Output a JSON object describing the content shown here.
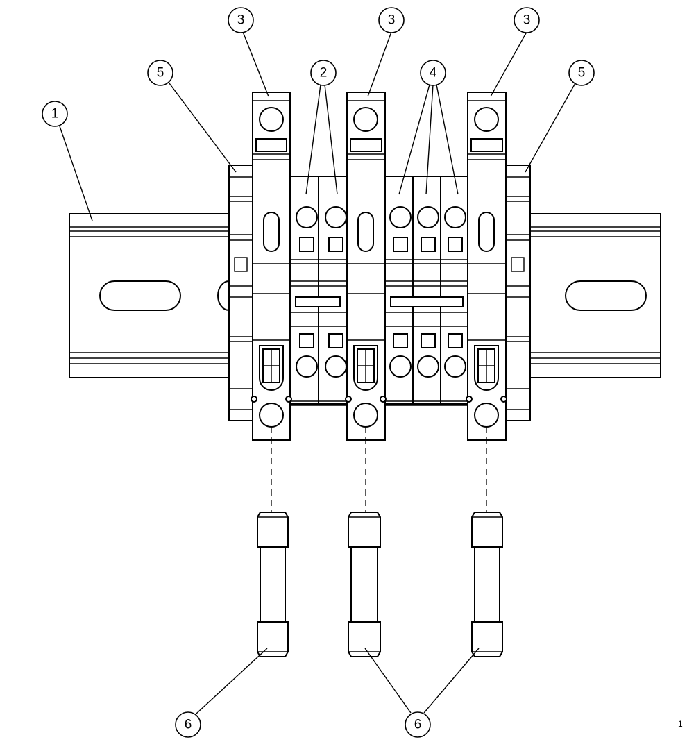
{
  "callouts": [
    {
      "id": "c1",
      "label": "1"
    },
    {
      "id": "c3a",
      "label": "3"
    },
    {
      "id": "c3b",
      "label": "3"
    },
    {
      "id": "c3c",
      "label": "3"
    },
    {
      "id": "c5a",
      "label": "5"
    },
    {
      "id": "c5b",
      "label": "5"
    },
    {
      "id": "c2",
      "label": "2"
    },
    {
      "id": "c4",
      "label": "4"
    },
    {
      "id": "c6a",
      "label": "6"
    },
    {
      "id": "c6b",
      "label": "6"
    }
  ],
  "corner_mark": "1"
}
